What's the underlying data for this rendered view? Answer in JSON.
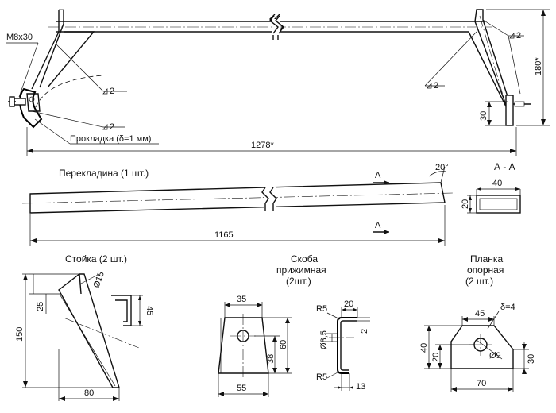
{
  "top_view": {
    "bolt_label": "M8x30",
    "gasket_label": "Прокладка (δ=1 мм)",
    "weld_left_upper": "2",
    "weld_left_lower": "2",
    "weld_right_upper": "2",
    "weld_right_mid": "2",
    "width_dim": "1278*",
    "height_dim": "180*",
    "foot_dim": "30"
  },
  "crossbar": {
    "title": "Перекладина (1 шт.)",
    "section_mark_top": "А",
    "section_mark_bottom": "А",
    "angle": "20°",
    "length_dim": "1165",
    "section_title": "А - А",
    "section_width": "40",
    "section_height": "20"
  },
  "post": {
    "title": "Стойка (2 шт.)",
    "hole_dim": "Ø15",
    "upper_dim": "25",
    "height_dim": "150",
    "width_dim": "80",
    "side_dim": "45"
  },
  "clamp": {
    "title_line1": "Скоба",
    "title_line2": "прижимная",
    "title_line3": "(2шт.)",
    "top_width": "35",
    "bottom_width": "55",
    "height": "60",
    "hole_height": "38",
    "radius_top": "R5",
    "radius_bottom": "R5",
    "flange_top": "20",
    "flange_bottom": "13",
    "thickness": "2",
    "hole_dia": "Ø8,5"
  },
  "plate": {
    "title_line1": "Планка",
    "title_line2": "опорная",
    "title_line3": "(2 шт.)",
    "thickness": "δ=4",
    "top_width": "45",
    "bottom_width": "70",
    "height": "40",
    "hole_height": "20",
    "right_height": "30",
    "hole_dia": "Ø9"
  }
}
